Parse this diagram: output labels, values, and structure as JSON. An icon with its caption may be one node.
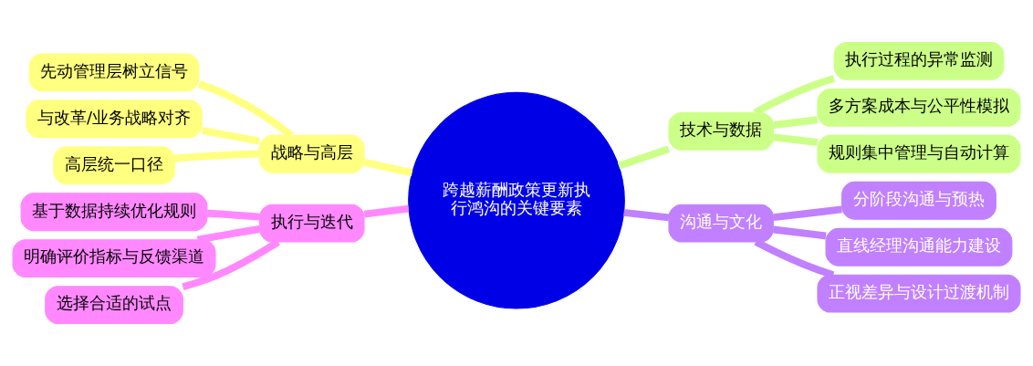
{
  "diagram": {
    "nodes": [
      {
        "text": [
          "跨越薪酬政策更新执行鸿沟的关键要素"
        ]
      },
      {
        "text": [
          "战略与高层"
        ]
      },
      {
        "text": [
          "先动管理层树立信号"
        ]
      },
      {
        "text": [
          "与改革/业务战略对齐"
        ]
      },
      {
        "text": [
          "高层统一口径"
        ]
      },
      {
        "text": [
          "技术与数据"
        ]
      },
      {
        "text": [
          "执行过程的异常监测"
        ]
      },
      {
        "text": [
          "多方案成本与公平性模拟"
        ]
      },
      {
        "text": [
          "规则集中管理与自动计算"
        ]
      },
      {
        "text": [
          "沟通与文化"
        ]
      },
      {
        "text": [
          "分阶段沟通与预热"
        ]
      },
      {
        "text": [
          "直线经理沟通能力建设"
        ]
      },
      {
        "text": [
          "正视差异与设计过渡机制"
        ]
      },
      {
        "text": [
          "执行与迭代"
        ]
      },
      {
        "text": [
          "基于数据持续优化规则"
        ]
      },
      {
        "text": [
          "明确评价指标与反馈渠道"
        ]
      },
      {
        "text": [
          "选择合适的试点"
        ]
      }
    ],
    "edges": [
      {
        "from": 0,
        "to": 1,
        "arrow": "none",
        "color": "#ffff80"
      },
      {
        "from": 1,
        "to": 2,
        "arrow": "none",
        "color": "#ffff80"
      },
      {
        "from": 1,
        "to": 3,
        "arrow": "none",
        "color": "#ffff80"
      },
      {
        "from": 1,
        "to": 4,
        "arrow": "none",
        "color": "#ffff80"
      },
      {
        "from": 0,
        "to": 5,
        "arrow": "none",
        "color": "#ccff88"
      },
      {
        "from": 5,
        "to": 6,
        "arrow": "none",
        "color": "#ccff88"
      },
      {
        "from": 5,
        "to": 7,
        "arrow": "none",
        "color": "#ccff88"
      },
      {
        "from": 5,
        "to": 8,
        "arrow": "none",
        "color": "#ccff88"
      },
      {
        "from": 0,
        "to": 9,
        "arrow": "none",
        "color": "#c080ff"
      },
      {
        "from": 9,
        "to": 10,
        "arrow": "none",
        "color": "#c080ff"
      },
      {
        "from": 9,
        "to": 11,
        "arrow": "none",
        "color": "#c080ff"
      },
      {
        "from": 9,
        "to": 12,
        "arrow": "none",
        "color": "#c080ff"
      },
      {
        "from": 0,
        "to": 13,
        "arrow": "none",
        "color": "#ff88ff"
      },
      {
        "from": 13,
        "to": 14,
        "arrow": "none",
        "color": "#ff88ff"
      },
      {
        "from": 13,
        "to": 15,
        "arrow": "none",
        "color": "#ff88ff"
      },
      {
        "from": 13,
        "to": 16,
        "arrow": "none",
        "color": "#ff88ff"
      }
    ]
  }
}
